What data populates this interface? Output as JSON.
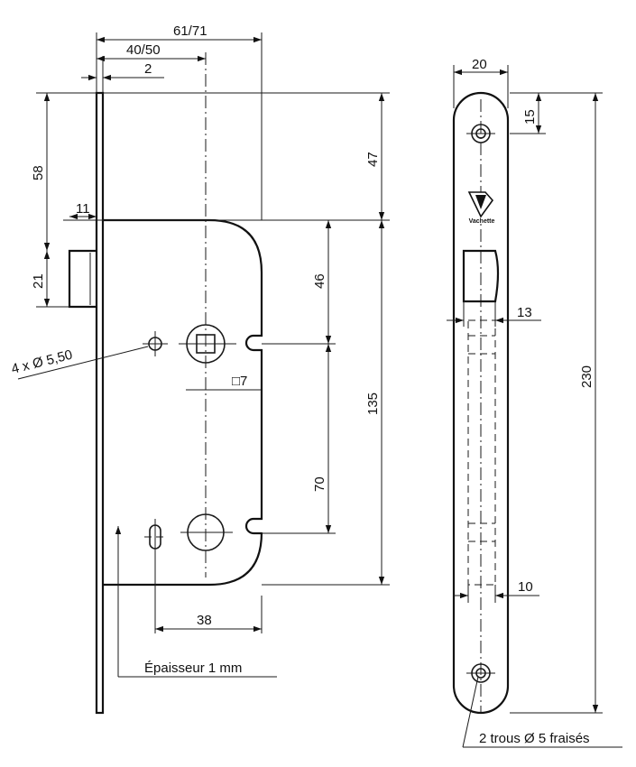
{
  "front_view": {
    "dim_width_total": "61/71",
    "dim_backset": "40/50",
    "dim_faceplate_thickness": "2",
    "dim_top_to_latch": "58",
    "dim_latch_projection": "11",
    "dim_latch_height": "21",
    "dim_top_to_follower": "47",
    "dim_follower_to_center": "46",
    "dim_center_distance": "135",
    "dim_follower_to_cylinder": "70",
    "dim_square_follower": "□7",
    "dim_holes": "4 x Ø 5,50",
    "dim_fixing_spacing": "38",
    "note_thickness": "Épaisseur 1   mm"
  },
  "side_view": {
    "dim_faceplate_width": "20",
    "dim_top_hole": "15",
    "dim_total_length": "230",
    "dim_bolt_width": "13",
    "dim_body_width": "10",
    "note_holes": "2 trous Ø 5 fraisés",
    "logo_text": "Vachette"
  }
}
